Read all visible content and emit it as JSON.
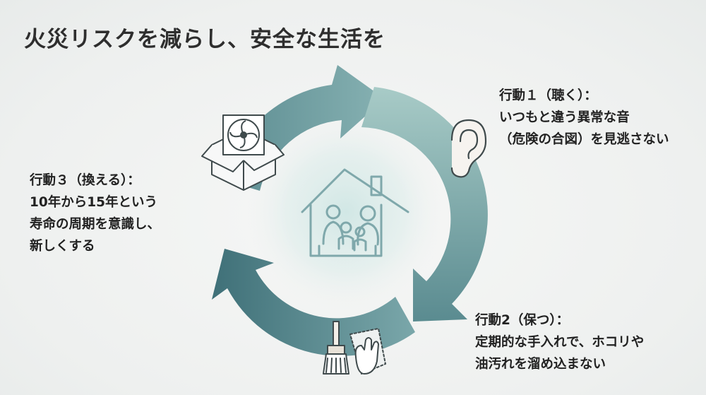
{
  "title": "火災リスクを減らし、安全な生活を",
  "steps": [
    {
      "heading": "行動１（聴く）：",
      "lines": [
        "いつもと違う異常な音",
        "（危険の合図）を見逃さない"
      ],
      "icon": "ear-icon"
    },
    {
      "heading": "行動2（保つ）：",
      "lines": [
        "定期的な手入れで、ホコリや",
        "油汚れを溜め込まない"
      ],
      "icon": "cleaning-tools-icon"
    },
    {
      "heading": "行動３（換える）：",
      "lines": [
        "10年から15年という",
        "寿命の周期を意識し、",
        "新しくする"
      ],
      "icon": "fan-box-icon"
    }
  ],
  "center": {
    "icon": "house-family-icon"
  },
  "colors": {
    "ring_light": "#a9c9c6",
    "ring_dark": "#4f7f85",
    "ring_mid": "#6f9ea2",
    "line": "#7fa8ab"
  }
}
